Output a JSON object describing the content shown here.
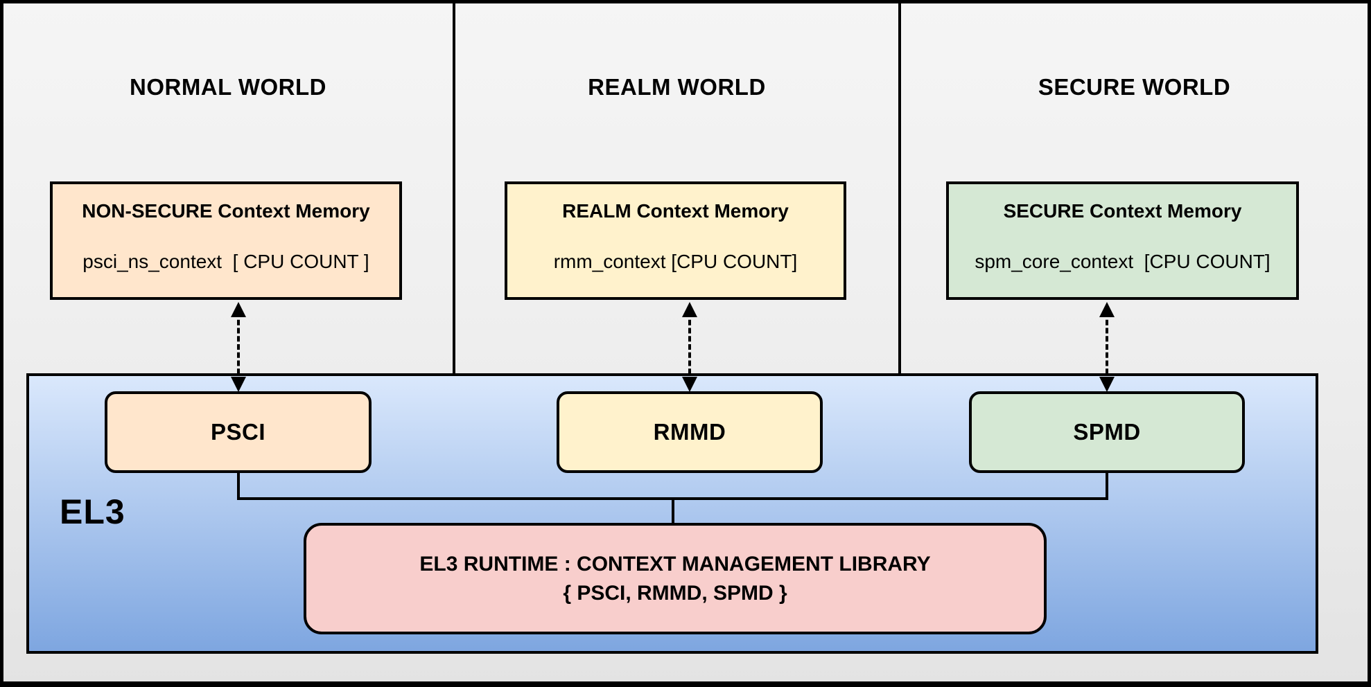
{
  "worlds": [
    {
      "title": "NORMAL WORLD",
      "memory": {
        "title": "NON-SECURE Context Memory",
        "value": "psci_ns_context  [ CPU COUNT ]",
        "fill": "#FFE6CC"
      },
      "module": {
        "label": "PSCI",
        "fill": "#FFE6CC"
      }
    },
    {
      "title": "REALM WORLD",
      "memory": {
        "title": "REALM Context Memory",
        "value": "rmm_context [CPU COUNT]",
        "fill": "#FFF2CC"
      },
      "module": {
        "label": "RMMD",
        "fill": "#FFF2CC"
      }
    },
    {
      "title": "SECURE WORLD",
      "memory": {
        "title": "SECURE Context Memory",
        "value": "spm_core_context  [CPU COUNT]",
        "fill": "#D5E8D4"
      },
      "module": {
        "label": "SPMD",
        "fill": "#D5E8D4"
      }
    }
  ],
  "el3": {
    "label": "EL3",
    "gradient_top": "#DAE8FC",
    "gradient_bottom": "#7EA6E0",
    "runtime": {
      "line1": "EL3 RUNTIME : CONTEXT MANAGEMENT LIBRARY",
      "line2": "{ PSCI, RMMD, SPMD }",
      "fill": "#F8CECC"
    }
  },
  "colors": {
    "line": "#000000",
    "background_top": "#F5F5F5",
    "background_bottom": "#E3E3E3"
  }
}
